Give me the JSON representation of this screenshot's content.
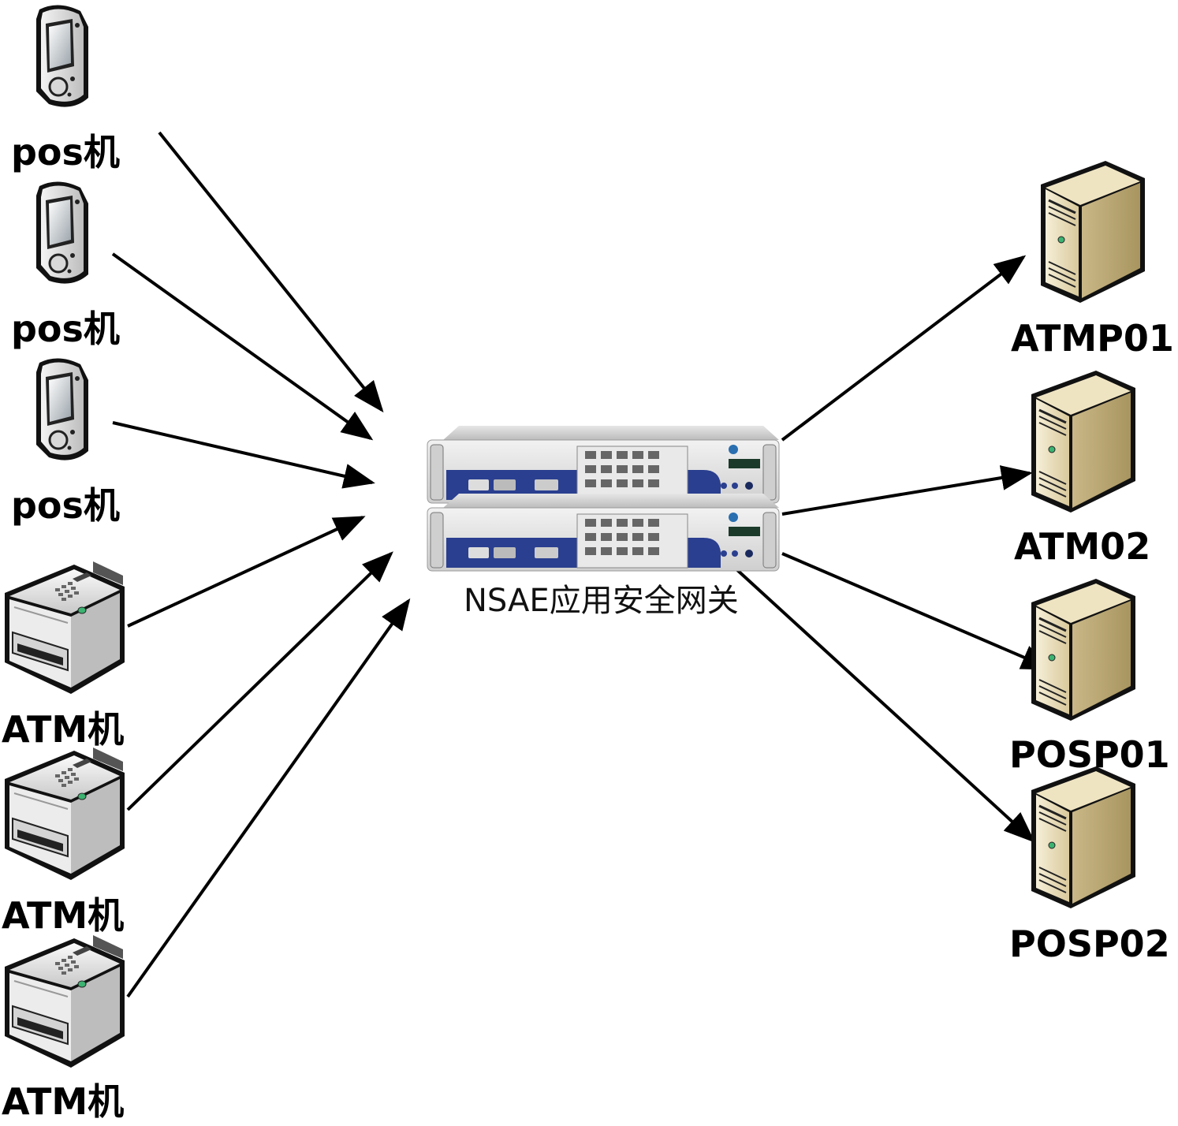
{
  "client_nodes": [
    {
      "type": "pos",
      "label": "pos机"
    },
    {
      "type": "pos",
      "label": "pos机"
    },
    {
      "type": "pos",
      "label": "pos机"
    },
    {
      "type": "atm",
      "label": "ATM机"
    },
    {
      "type": "atm",
      "label": "ATM机"
    },
    {
      "type": "atm",
      "label": "ATM机"
    }
  ],
  "gateway": {
    "label": "NSAE应用安全网关",
    "icon": "rack-server-appliance-icon"
  },
  "server_nodes": [
    {
      "label": "ATMP01",
      "icon": "tower-server-icon"
    },
    {
      "label": "ATM02",
      "icon": "tower-server-icon"
    },
    {
      "label": "POSP01",
      "icon": "tower-server-icon"
    },
    {
      "label": "POSP02",
      "icon": "tower-server-icon"
    }
  ],
  "edges": [
    {
      "from": "pos机",
      "to": "NSAE应用安全网关"
    },
    {
      "from": "pos机",
      "to": "NSAE应用安全网关"
    },
    {
      "from": "pos机",
      "to": "NSAE应用安全网关"
    },
    {
      "from": "ATM机",
      "to": "NSAE应用安全网关"
    },
    {
      "from": "ATM机",
      "to": "NSAE应用安全网关"
    },
    {
      "from": "ATM机",
      "to": "NSAE应用安全网关"
    },
    {
      "from": "NSAE应用安全网关",
      "to": "ATMP01"
    },
    {
      "from": "NSAE应用安全网关",
      "to": "ATM02"
    },
    {
      "from": "NSAE应用安全网关",
      "to": "POSP01"
    },
    {
      "from": "NSAE应用安全网关",
      "to": "POSP02"
    }
  ],
  "colors": {
    "arrow": "#000000",
    "server_body": "#e8dcb8",
    "appliance_blue": "#2a3f8f"
  }
}
